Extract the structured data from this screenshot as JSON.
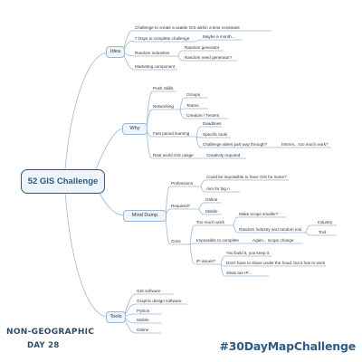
{
  "central": "52 GIS Challenge",
  "branches": {
    "idea": {
      "label": "Idea",
      "items": [
        {
          "label": "Challenge to create a usable GIS within a time constraint"
        },
        {
          "label": "7 Days to complete challenge",
          "children": [
            "Maybe a month..."
          ]
        },
        {
          "label": "Random industries",
          "children": [
            "Random generator",
            "Random need generator?"
          ]
        },
        {
          "label": "Marketing component"
        }
      ]
    },
    "why": {
      "label": "Why",
      "items": [
        {
          "label": "Push Skills"
        },
        {
          "label": "Networking",
          "children": [
            "Groups",
            "Teams",
            "Creators / Testers"
          ]
        },
        {
          "label": "Fast paced learning",
          "children": [
            "Deadlines",
            "Specific tools",
            "Challenge alters part way through?"
          ],
          "note": "hmmm... too much work?"
        },
        {
          "label": "Real world GIS usage",
          "children": [
            "Creativity required"
          ]
        }
      ]
    },
    "mind_dump": {
      "label": "Mind Dump",
      "professions": {
        "label": "Professions",
        "children": [
          "Could be impossible to have GIS for some?",
          "Aim for big n"
        ]
      },
      "required": {
        "label": "Required?",
        "children": [
          "Online",
          "Mobile"
        ]
      },
      "cons": {
        "label": "Cons",
        "too_much_work": {
          "label": "Too much work",
          "children": [
            "Make scope smaller?",
            "Random industry and random tool"
          ],
          "tail": [
            "Industry",
            "Tool"
          ]
        },
        "impossible": {
          "label": "Impossible to complete",
          "children": [
            "Again... scope change"
          ]
        },
        "ip": {
          "label": "IP issues?",
          "children": [
            "You build it, you keep it",
            "Don't have to share under the hood, but it has to work",
            "ideas are IP..."
          ]
        }
      }
    },
    "tools": {
      "label": "Tools",
      "items": [
        "GIS software",
        "Graphic design software",
        "Python",
        "Mobile",
        "Online"
      ]
    }
  },
  "footer": {
    "line1": "NON-GEOGRAPHIC",
    "line2": "DAY 28",
    "hashtag": "#30DayMapChallenge"
  },
  "colors": {
    "line": "#9db9d8",
    "central_border": "#2d5a88",
    "footer": "#2e4a6b"
  }
}
